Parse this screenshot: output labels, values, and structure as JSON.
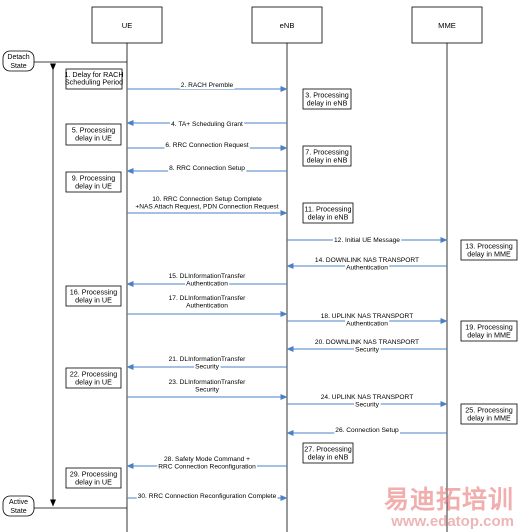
{
  "participants": [
    "UE",
    "eNB",
    "MME"
  ],
  "states": {
    "detach": [
      "Detach",
      "State"
    ],
    "active": [
      "Active",
      "State"
    ]
  },
  "boxes": [
    [
      "1. Delay for RACH",
      "Scheduling Period"
    ],
    [
      "3. Processing",
      "delay in eNB"
    ],
    [
      "5. Processing",
      "delay in UE"
    ],
    [
      "7. Processing",
      "delay in eNB"
    ],
    [
      "9. Processing",
      "delay in UE"
    ],
    [
      "11. Processing",
      "delay in eNB"
    ],
    [
      "13. Processing",
      "delay in MME"
    ],
    [
      "16. Processing",
      "delay in UE"
    ],
    [
      "19. Processing",
      "delay in MME"
    ],
    [
      "22. Processing",
      "delay in UE"
    ],
    [
      "25. Processing",
      "delay in MME"
    ],
    [
      "27. Processing",
      "delay in eNB"
    ],
    [
      "29. Processing",
      "delay in UE"
    ]
  ],
  "messages": [
    [
      "2. RACH Premble"
    ],
    [
      "4. TA+ Scheduling Grant"
    ],
    [
      "6. RRC Connection Request"
    ],
    [
      "8. RRC Connection Setup"
    ],
    [
      "10. RRC Connection Setup Complete",
      "+NAS Attach Request, PDN Connection Request"
    ],
    [
      "12. Initial UE Message"
    ],
    [
      "14. DOWNLINK NAS TRANSPORT",
      "Authentication"
    ],
    [
      "15. DLInformationTransfer",
      "Authentication"
    ],
    [
      "17. DLInformationTransfer",
      "Authentication"
    ],
    [
      "18. UPLINK NAS TRANSPORT",
      "Authentication"
    ],
    [
      "20. DOWNLINK NAS TRANSPORT",
      "Security"
    ],
    [
      "21. DLInformationTransfer",
      "Security"
    ],
    [
      "23. DLInformationTransfer",
      "Security"
    ],
    [
      "24. UPLINK NAS TRANSPORT",
      "Security"
    ],
    [
      "26. Connection Setup"
    ],
    [
      "28. Safety Mode Command +",
      "RRC Connection Reconfiguration"
    ],
    [
      "30. RRC Connection Reconfiguration Complete"
    ]
  ],
  "watermark": {
    "chinese": "易迪拓培训",
    "url": "www.edatop.com"
  },
  "colors": {
    "arrow": "#4a82c4",
    "line": "#000000",
    "box_border": "#000000"
  }
}
